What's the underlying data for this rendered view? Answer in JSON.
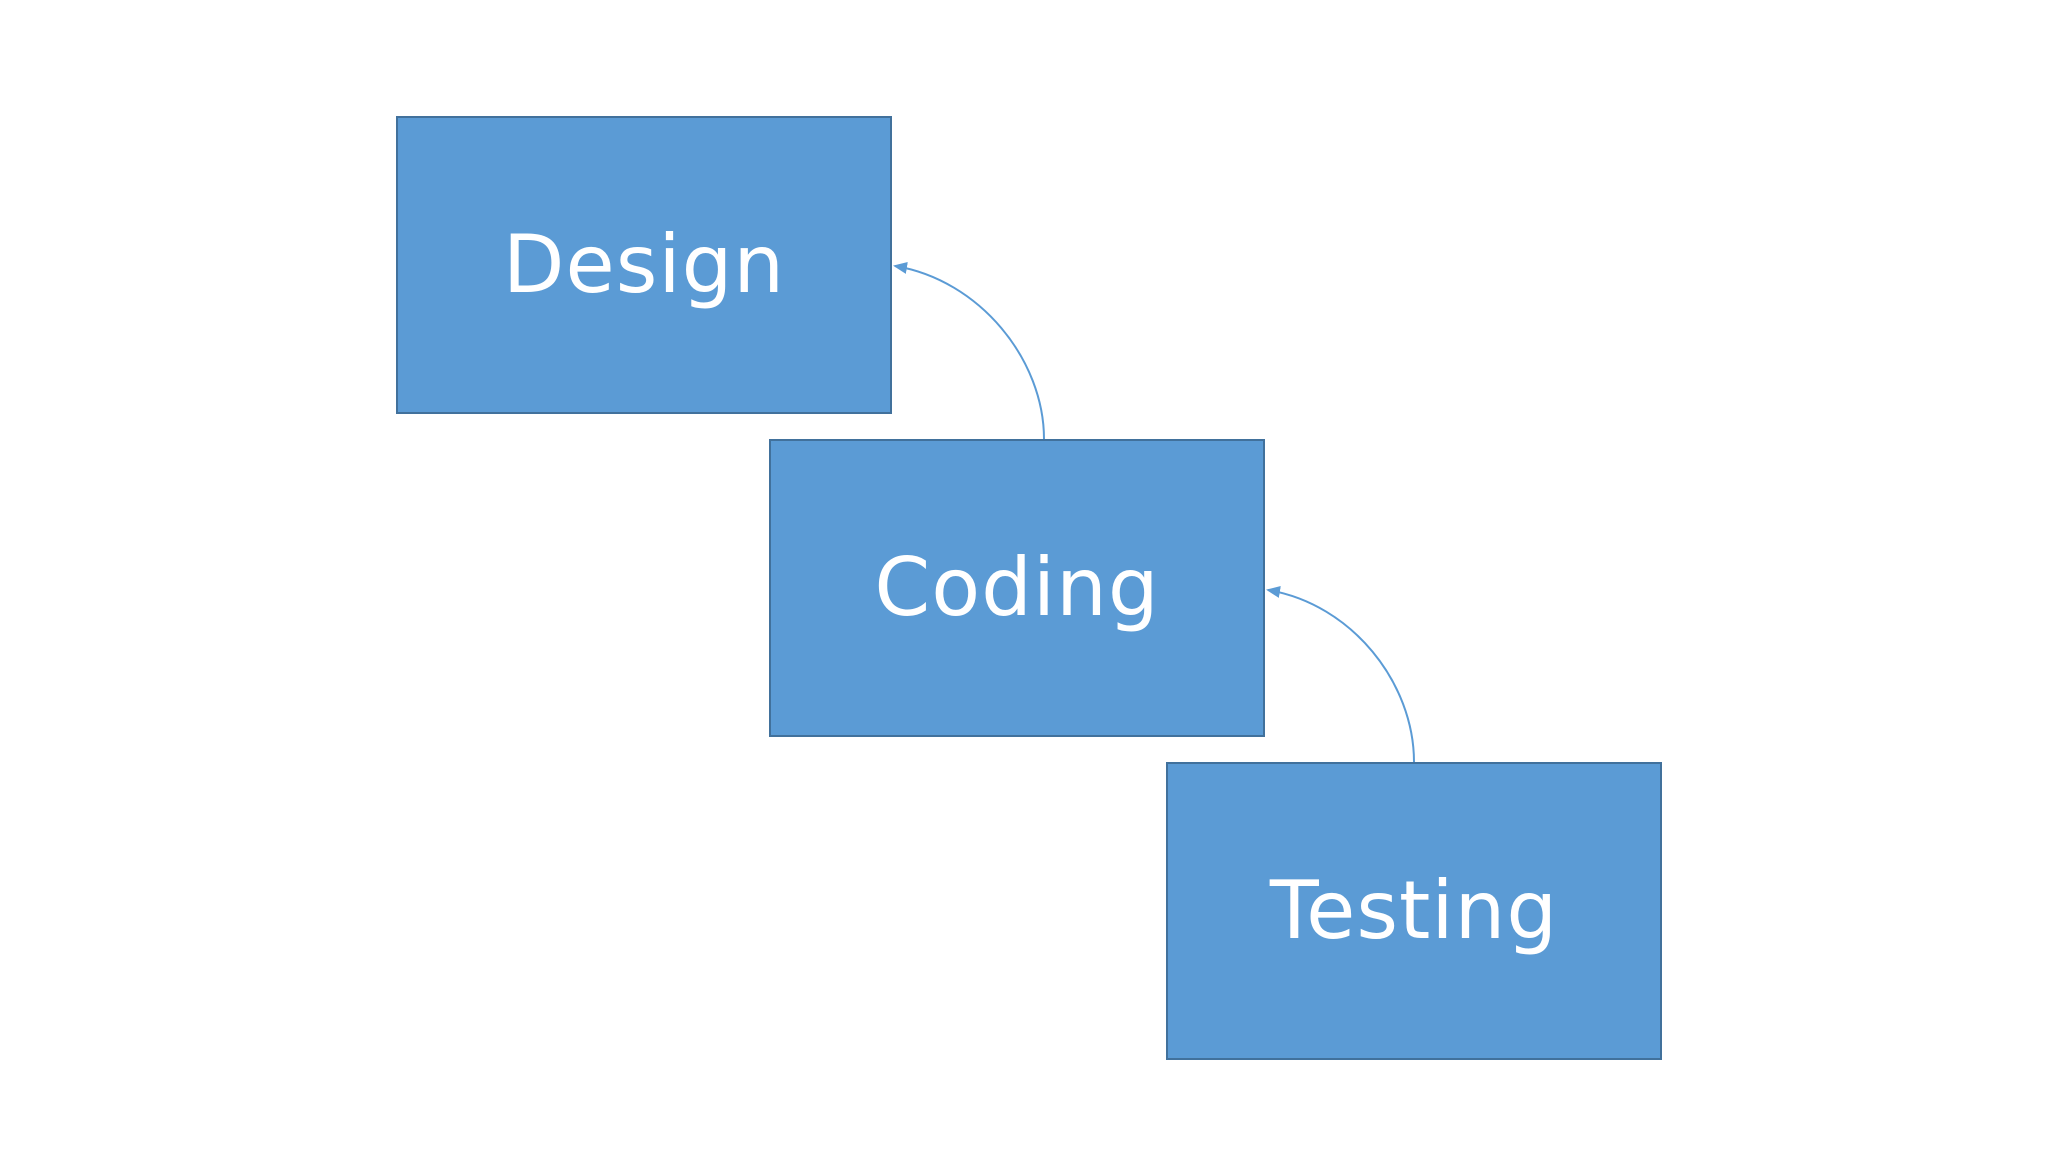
{
  "colors": {
    "background": "#ffffff",
    "box_fill": "#5b9bd5",
    "box_border": "#41719c",
    "label_text": "#ffffff",
    "connector": "#5b9bd5"
  },
  "boxes": [
    {
      "id": "design",
      "label": "Design"
    },
    {
      "id": "coding",
      "label": "Coding"
    },
    {
      "id": "testing",
      "label": "Testing"
    }
  ],
  "connectors": [
    {
      "from": "coding",
      "to": "design",
      "style": "curved-arrow"
    },
    {
      "from": "testing",
      "to": "coding",
      "style": "curved-arrow"
    }
  ]
}
